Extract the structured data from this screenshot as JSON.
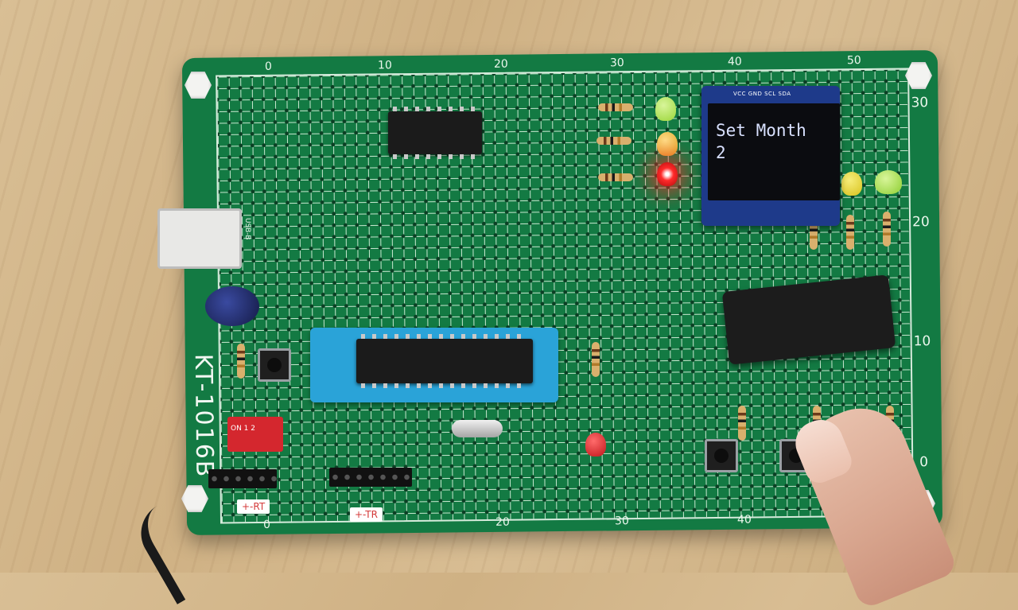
{
  "scene": "Green prototyping PCB on wooden desk with OLED display, ZIF socket, LEDs, resistors and push buttons; a finger presses a button",
  "board": {
    "name": "KT-1016B",
    "top_axis_labels": [
      "0",
      "10",
      "20",
      "30",
      "40",
      "50"
    ],
    "bottom_axis_labels": [
      "0",
      "20",
      "30",
      "40"
    ],
    "right_axis_labels": [
      "30",
      "20",
      "10",
      "0"
    ],
    "usb_label": "USB-B",
    "dip_switch_label": "ON 1 2"
  },
  "oled": {
    "pin_labels": "VCC GND SCL SDA",
    "line1": "Set Month",
    "line2": "2"
  },
  "tags": {
    "left_tag": "+-RT",
    "mid_tag": "+-TR"
  },
  "colors": {
    "pcb": "#137a43",
    "led_red_on": "#ff2a2a",
    "led_green": "#9bd63a",
    "led_yellow": "#e6c51e",
    "zif_socket": "#2aa3d8",
    "oled_board": "#1e3a8a"
  }
}
